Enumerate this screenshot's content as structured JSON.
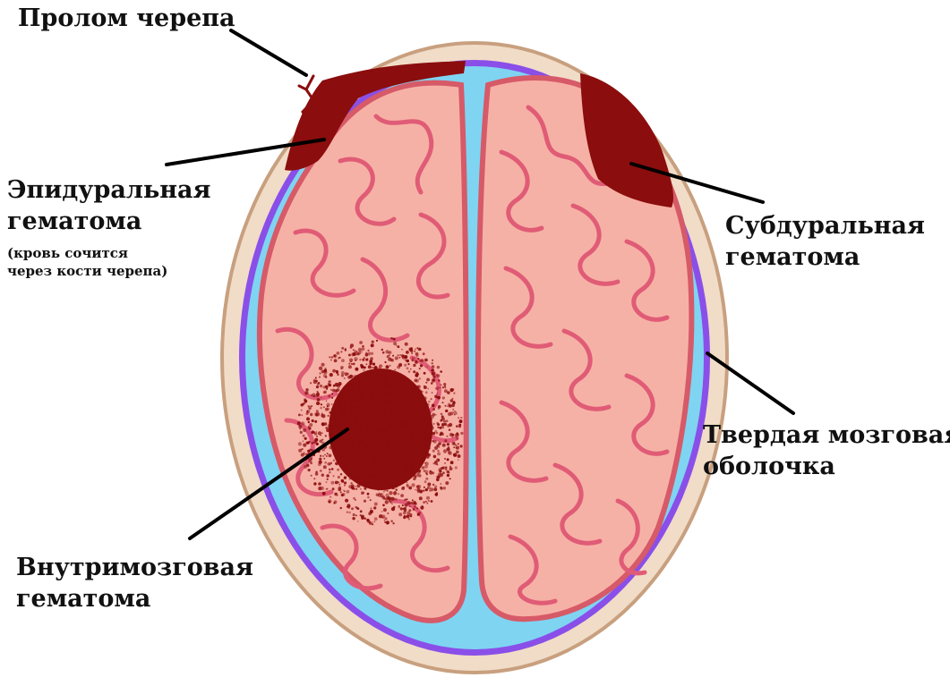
{
  "labels": {
    "skull_fracture": "Пролом черепа",
    "epidural_line1": "Эпидуральная",
    "epidural_line2": "гематома",
    "epidural_note_line1": "(кровь сочится",
    "epidural_note_line2": "через кости черепа)",
    "subdural_line1": "Субдуральная",
    "subdural_line2": "гематома",
    "dura_line1": "Твердая мозговая",
    "dura_line2": "оболочка",
    "intracerebral_line1": "Внутримозговая",
    "intracerebral_line2": "гематома"
  },
  "colors": {
    "skull": "#f1dcc7",
    "skull_outline": "#c8a07f",
    "dura": "#8a4fe8",
    "csf": "#7fd4f2",
    "brain": "#f6b1a6",
    "brain_outline": "#d65a68",
    "gyri": "#e05c76",
    "hematoma": "#8b0d0d",
    "leader": "#000000"
  }
}
